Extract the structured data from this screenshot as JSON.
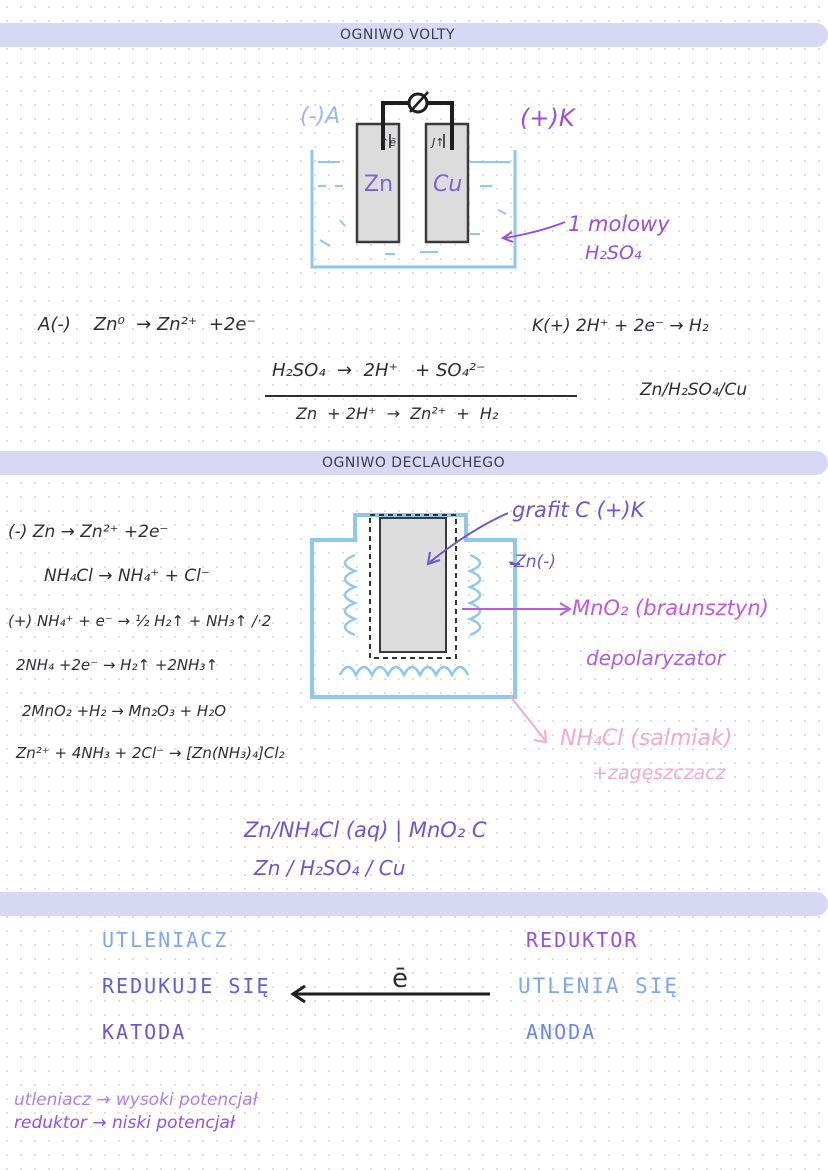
{
  "sections": {
    "volta_title": "OGNIWO VOLTY",
    "leclanche_title": "OGNIWO DECLAUCHEGO"
  },
  "volta_diagram": {
    "anode_label": "(-)A",
    "cathode_label": "(+)K",
    "zn_label": "Zn",
    "cu_label": "Cu",
    "electron_arrow_label": "↑ē",
    "current_arrow_label": "J↑",
    "electrolyte_label_line1": "1 molowy",
    "electrolyte_label_line2": "H₂SO₄"
  },
  "volta_equations": {
    "anode_reaction": "A(-)    Zn⁰  → Zn²⁺  +2e⁻",
    "cathode_reaction": "K(+)  2H⁺  + 2e⁻  → H₂",
    "dissociation": "H₂SO₄  →  2H⁺   + SO₄²⁻",
    "overall": "Zn  + 2H⁺  →  Zn²⁺  +  H₂",
    "cell_notation": "Zn/H₂SO₄/Cu"
  },
  "leclanche_equations": {
    "anode": "(-) Zn  →  Zn²⁺  +2e⁻",
    "dissociation": "NH₄Cl  →  NH₄⁺  + Cl⁻",
    "cathode": "(+) NH₄⁺ + e⁻ → ½ H₂↑ + NH₃↑ /·2",
    "doubled": "2NH₄ +2e⁻ → H₂↑ +2NH₃↑",
    "depolarization": "2MnO₂ +H₂ → Mn₂O₃ + H₂O",
    "complex": "Zn²⁺ + 4NH₃ + 2Cl⁻ → [Zn(NH₃)₄]Cl₂"
  },
  "leclanche_labels": {
    "graphite": "grafit  C (+)K",
    "zinc": "-Zn(-)",
    "mno2": "MnO₂ (braunsztyn)",
    "depolarizer": "depolaryzator",
    "salmiak": "NH₄Cl (salmiak)",
    "thickener": "+zagęszczacz"
  },
  "cell_notations": {
    "leclanche": "Zn/NH₄Cl (aq) | MnO₂ C",
    "volta": "Zn / H₂SO₄ / Cu"
  },
  "redox": {
    "oxidizer": "UTLENIACZ",
    "reduced": "REDUKUJE SIĘ",
    "cathode": "KATODA",
    "electron": "ē",
    "reducer": "REDUKTOR",
    "oxidized": "UTLENIA SIĘ",
    "anode": "ANODA",
    "note_line1": "utleniacz → wysoki  potencjał",
    "note_line2": "reduktor  → niski  potencjał"
  },
  "colors": {
    "band": "#d6d8f4",
    "purple": "#9a4fd6",
    "violet": "#7055c8",
    "blue": "#6a86e8",
    "pink": "#f2a9d2",
    "electrolyte": "#8fc7ef"
  }
}
